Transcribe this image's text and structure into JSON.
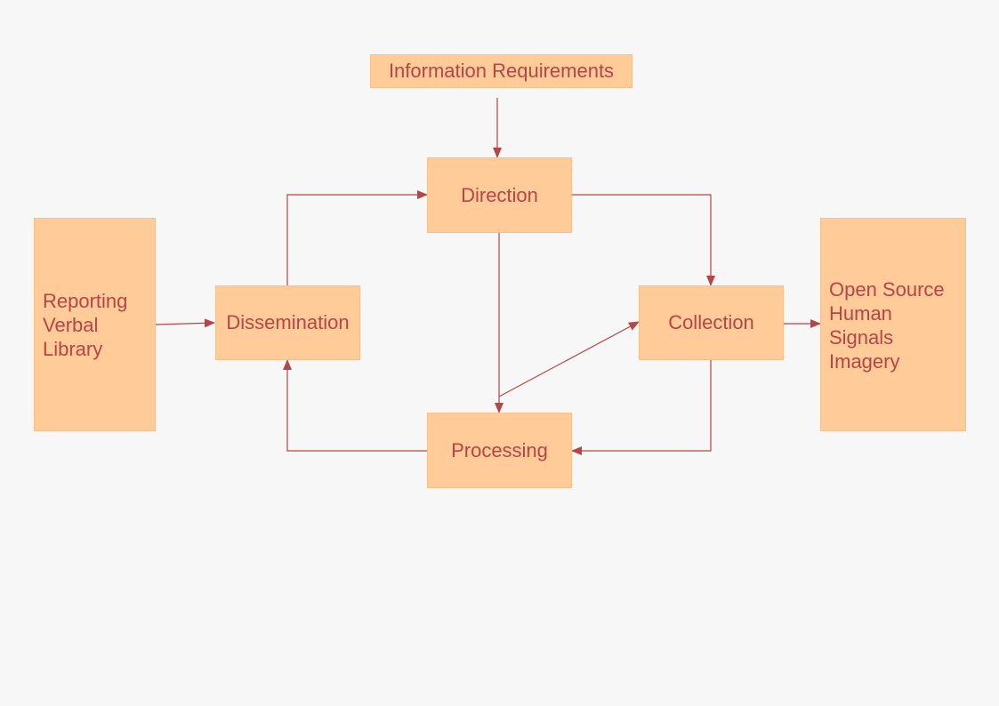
{
  "colors": {
    "background": "#f7f7f7",
    "box_fill": "#ffcc99",
    "text": "#b64545",
    "connector": "#b64545"
  },
  "nodes": {
    "information_requirements": "Information Requirements",
    "direction": "Direction",
    "dissemination": "Dissemination",
    "collection": "Collection",
    "processing": "Processing",
    "reporting_list": [
      "Reporting",
      "Verbal",
      "Library"
    ],
    "sources_list": [
      "Open Source",
      "Human",
      "Signals",
      "Imagery"
    ]
  }
}
